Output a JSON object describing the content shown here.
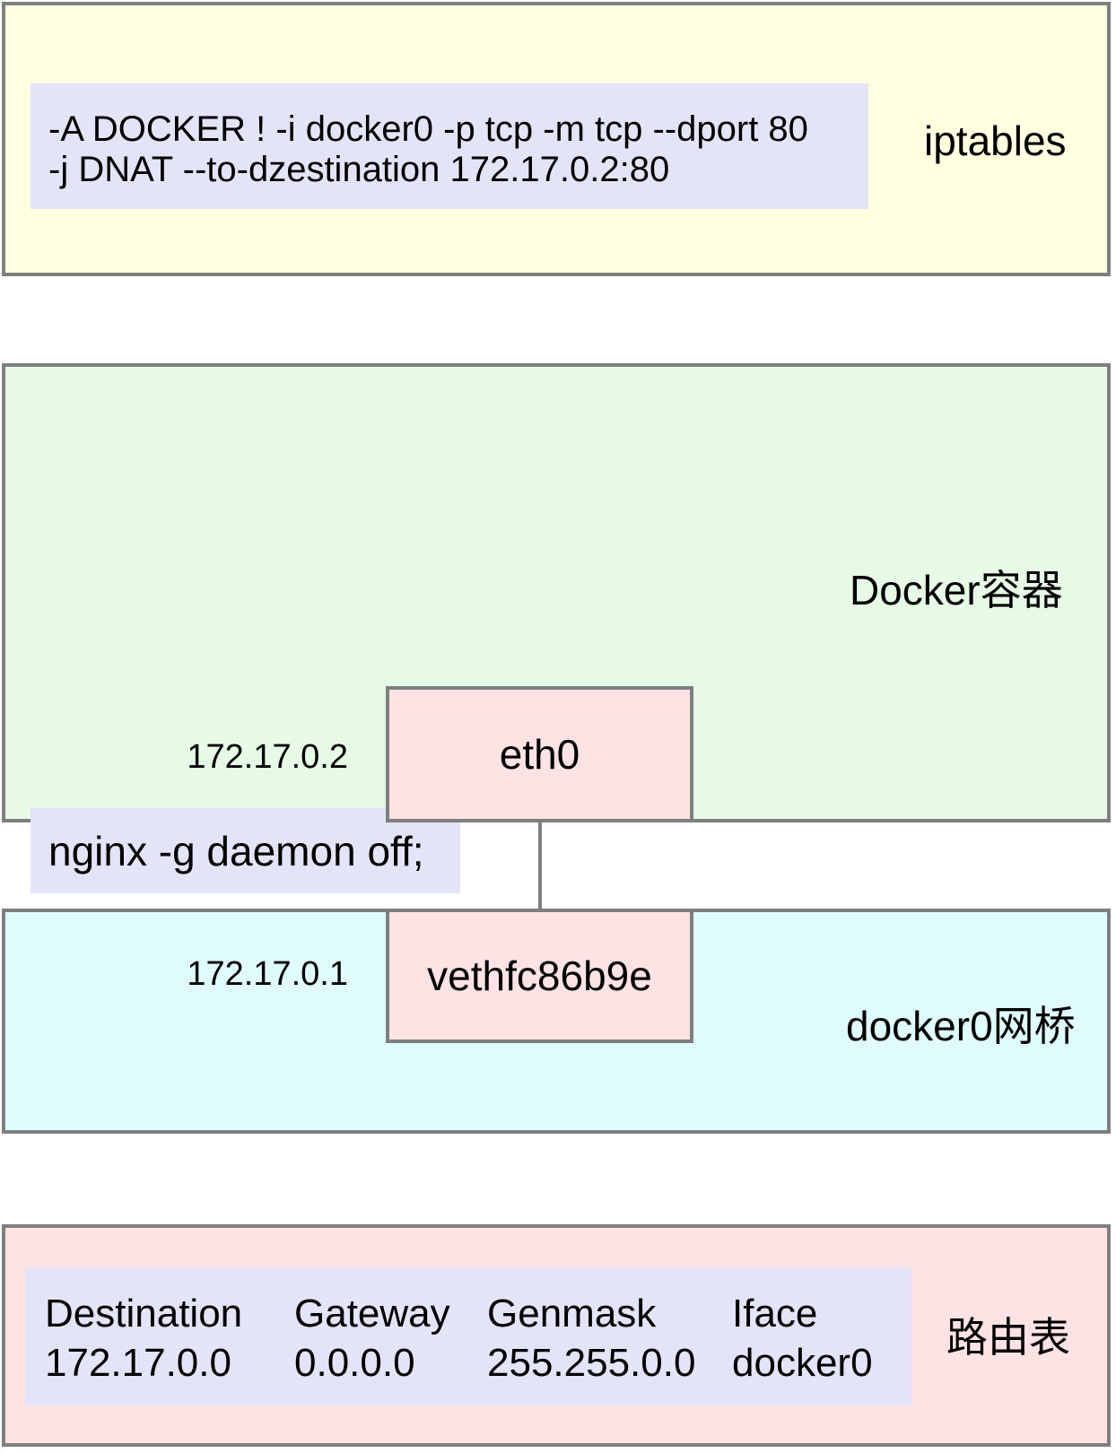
{
  "iptables_section": {
    "command_line1": "-A DOCKER ! -i docker0 -p tcp -m tcp --dport 80",
    "command_line2": "-j DNAT --to-dzestination 172.17.0.2:80",
    "label": "iptables"
  },
  "container_section": {
    "command": "nginx -g daemon off;",
    "label": "Docker容器",
    "eth0": {
      "name": "eth0",
      "ip": "172.17.0.2"
    }
  },
  "bridge_section": {
    "label": "docker0网桥",
    "veth": {
      "name": "vethfc86b9e",
      "ip": "172.17.0.1"
    }
  },
  "route_section": {
    "label": "路由表",
    "table": {
      "headers": [
        "Destination",
        "Gateway",
        "Genmask",
        "Iface"
      ],
      "rows": [
        [
          "172.17.0.0",
          "0.0.0.0",
          "255.255.0.0",
          "docker0"
        ]
      ]
    }
  },
  "colors": {
    "border": "#7F7F7F",
    "iptables_bg": "#FFFFE0",
    "container_bg": "#E6FAE6",
    "bridge_bg": "#DFFBFD",
    "route_bg": "#FDE3E3",
    "interface_bg": "#FDE3E3",
    "code_bg": "#E4E4F8"
  }
}
